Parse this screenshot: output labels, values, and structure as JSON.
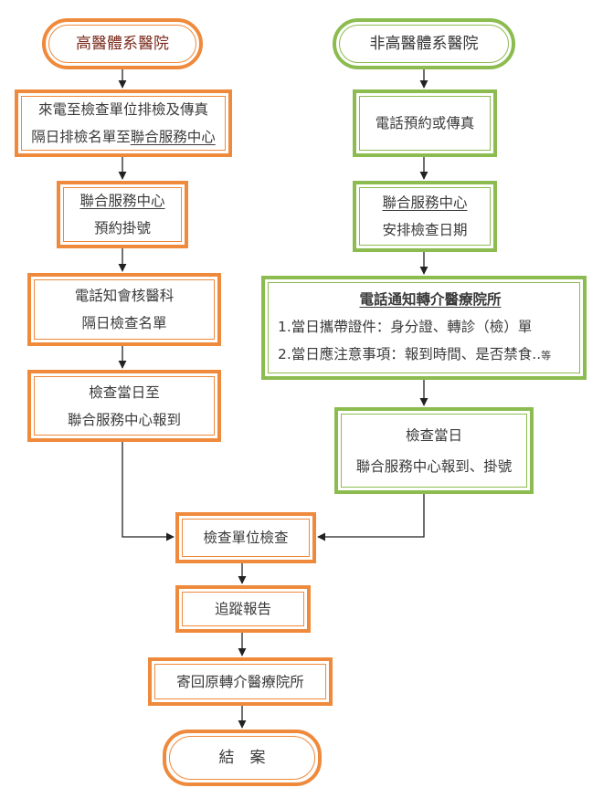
{
  "left": {
    "start": "高醫體系醫院",
    "step1": {
      "line1": "來電至檢查單位排檢及傳真",
      "line2_a": "隔日排檢名單至",
      "line2_b": "聯合服務中心"
    },
    "step2": {
      "line1": "聯合服務中心",
      "line2": "預約掛號"
    },
    "step3": {
      "line1": "電話知會核醫科",
      "line2": "隔日檢查名單"
    },
    "step4": {
      "line1": "檢查當日至",
      "line2": "聯合服務中心報到"
    }
  },
  "right": {
    "start": "非高醫體系醫院",
    "step1": "電話預約或傳真",
    "step2": {
      "line1": "聯合服務中心",
      "line2": "安排檢查日期"
    },
    "step3": {
      "title": "電話通知轉介醫療院所",
      "item1": "1.當日攜帶證件：身分證、轉診（檢）單",
      "item2": "2.當日應注意事項：報到時間、是否禁食..",
      "item2_suffix": "等"
    },
    "step4": {
      "line1": "檢查當日",
      "line2": "聯合服務中心報到、掛號"
    }
  },
  "merged": {
    "step1": "檢查單位檢查",
    "step2": "追蹤報告",
    "step3": "寄回原轉介醫療院所",
    "end": "結　案"
  },
  "colors": {
    "orange": "#ef8a3c",
    "green": "#8cbc50",
    "arrow": "#222222"
  }
}
